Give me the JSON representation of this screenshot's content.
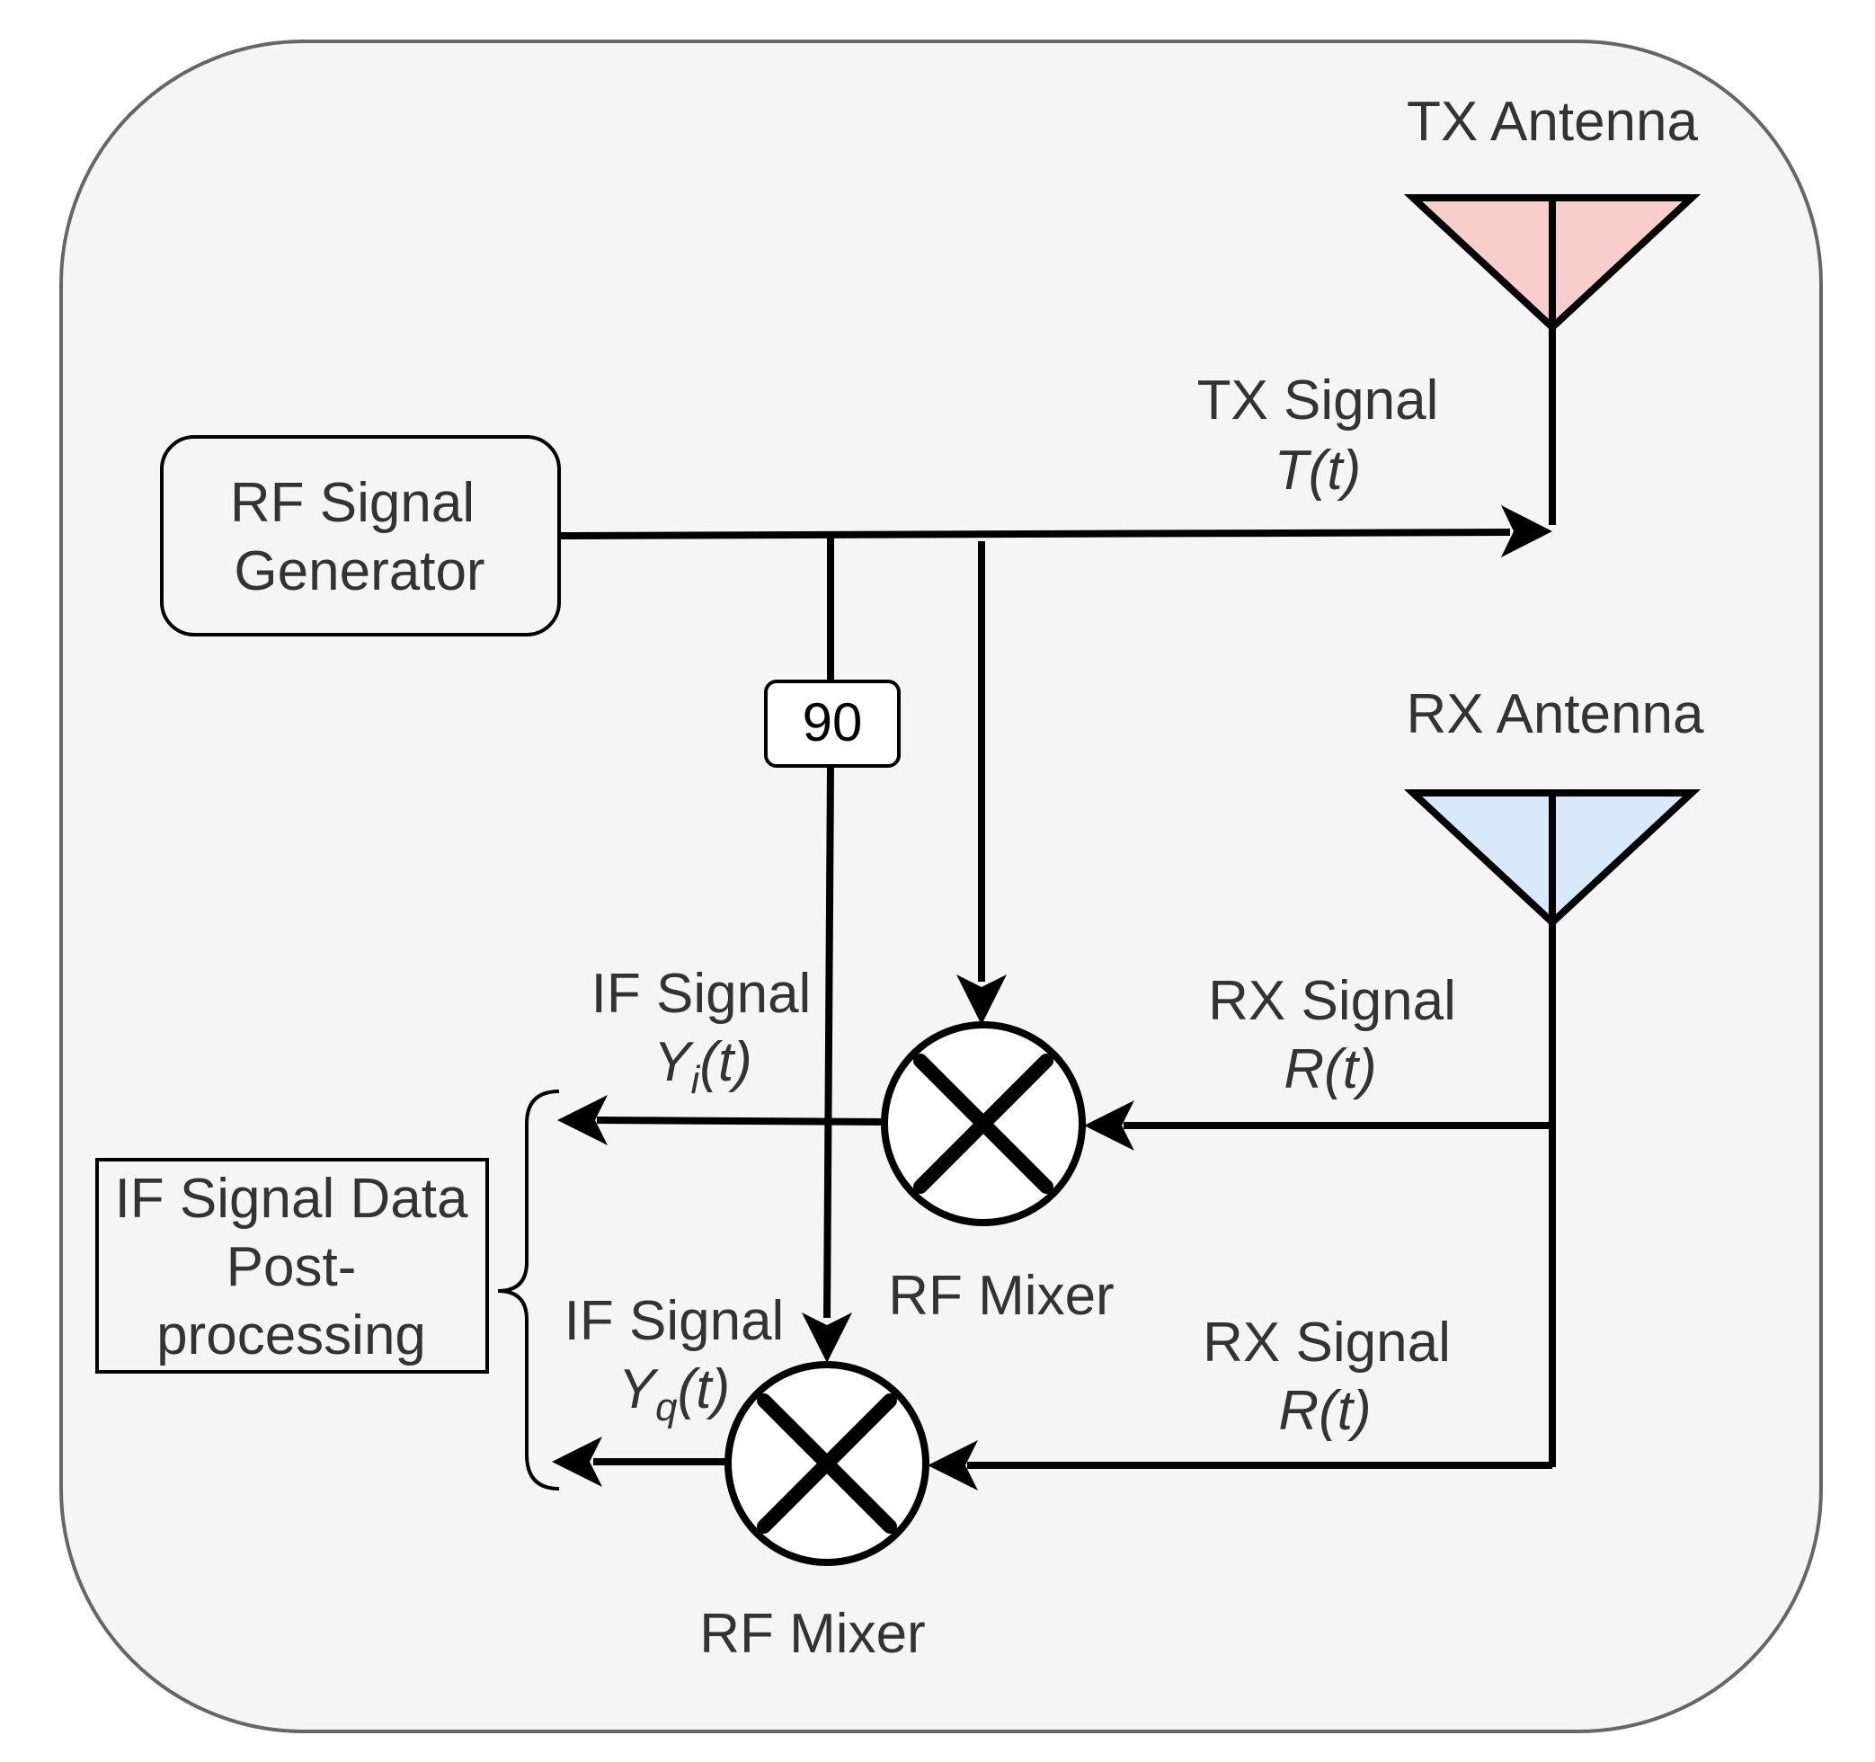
{
  "tx_antenna": {
    "label": "TX Antenna",
    "fill_color": "#f8cecc"
  },
  "rx_antenna": {
    "label": "RX Antenna",
    "fill_color": "#dae8fc"
  },
  "tx_signal": {
    "line1": "TX Signal",
    "line2": "T(t)"
  },
  "rf_generator": {
    "line1": "RF Signal",
    "line2": "Generator"
  },
  "phase_shifter": {
    "label": "90"
  },
  "if_signal_i": {
    "line1": "IF Signal",
    "sym": "Y",
    "sub": "i",
    "arg": "(t)"
  },
  "if_signal_q": {
    "line1": "IF Signal",
    "sym": "Y",
    "sub": "q",
    "arg": "(t)"
  },
  "rx_signal_top": {
    "line1": "RX Signal",
    "line2": "R(t)"
  },
  "rx_signal_bottom": {
    "line1": "RX Signal",
    "line2": "R(t)"
  },
  "mixer_top": {
    "label": "RF Mixer"
  },
  "mixer_bottom": {
    "label": "RF Mixer"
  },
  "post_processing": {
    "line1": "IF Signal Data",
    "line2": "Post-",
    "line3": "processing"
  },
  "colors": {
    "panel_fill": "#f5f5f5",
    "panel_stroke": "#666666",
    "wire": "#000000"
  }
}
